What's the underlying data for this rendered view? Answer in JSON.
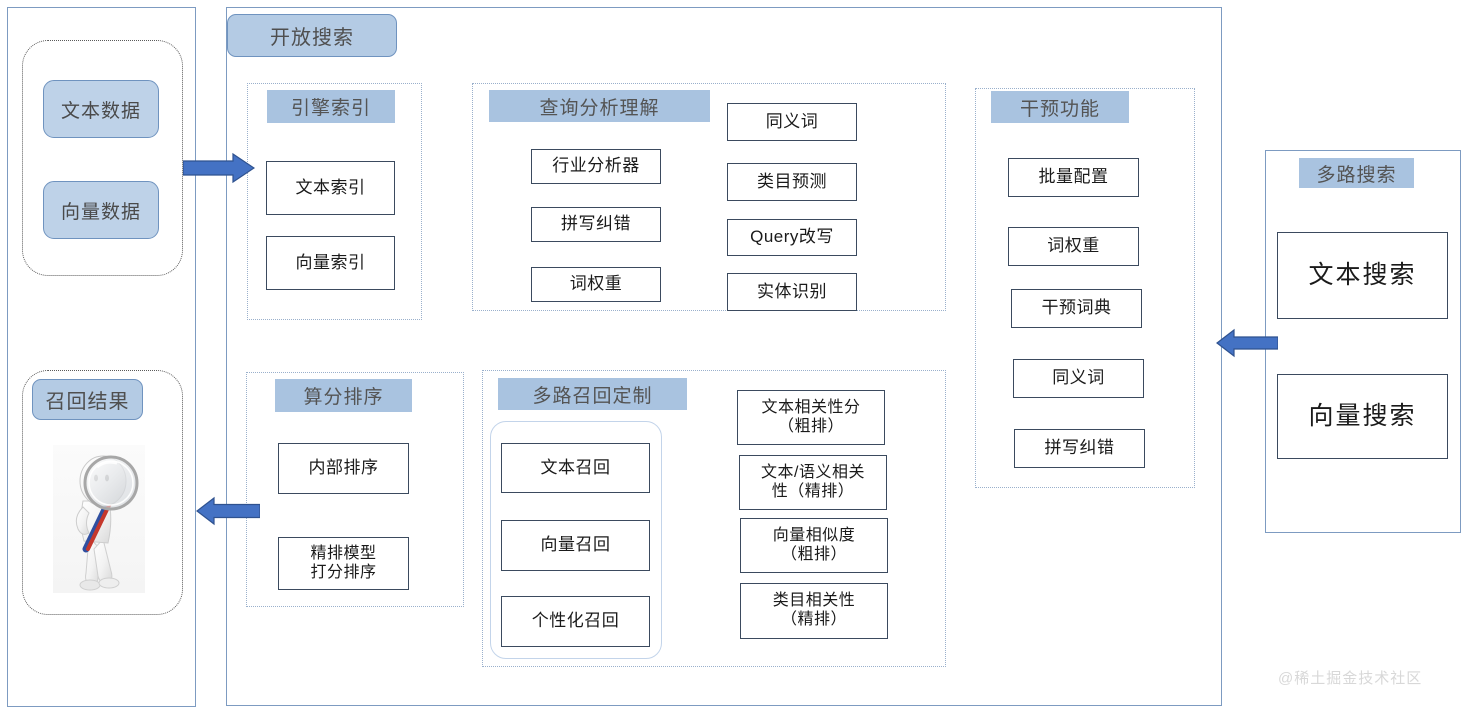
{
  "diagram": {
    "title": "开放搜索"
  },
  "left_column": {
    "data_sources": {
      "items": [
        {
          "label": "文本数据"
        },
        {
          "label": "向量数据"
        }
      ]
    },
    "recall_result": {
      "title": "召回结果",
      "illustration": "person-with-magnifier-icon"
    }
  },
  "engine_index": {
    "title": "引擎索引",
    "items": [
      {
        "label": "文本索引"
      },
      {
        "label": "向量索引"
      }
    ]
  },
  "query_analysis": {
    "title": "查询分析理解",
    "left_items": [
      {
        "label": "行业分析器"
      },
      {
        "label": "拼写纠错"
      },
      {
        "label": "词权重"
      }
    ],
    "right_items": [
      {
        "label": "同义词"
      },
      {
        "label": "类目预测"
      },
      {
        "label": "Query改写"
      },
      {
        "label": "实体识别"
      }
    ]
  },
  "intervention": {
    "title": "干预功能",
    "items": [
      {
        "label": "批量配置"
      },
      {
        "label": "词权重"
      },
      {
        "label": "干预词典"
      },
      {
        "label": "同义词"
      },
      {
        "label": "拼写纠错"
      }
    ]
  },
  "multi_search": {
    "title": "多路搜索",
    "items": [
      {
        "label": "文本搜索"
      },
      {
        "label": "向量搜索"
      }
    ]
  },
  "scoring": {
    "title": "算分排序",
    "items": [
      {
        "label": "内部排序"
      },
      {
        "label": "精排模型\n打分排序"
      }
    ]
  },
  "multi_recall": {
    "title": "多路召回定制",
    "items": [
      {
        "label": "文本召回"
      },
      {
        "label": "向量召回"
      },
      {
        "label": "个性化召回"
      }
    ]
  },
  "relevance": {
    "items": [
      {
        "label": "文本相关性分\n（粗排）"
      },
      {
        "label": "文本/语义相关\n性（精排）"
      },
      {
        "label": "向量相似度\n（粗排）"
      },
      {
        "label": "类目相关性\n（精排）"
      }
    ]
  },
  "arrows": [
    {
      "name": "data-to-index-arrow",
      "direction": "right"
    },
    {
      "name": "results-from-scoring-arrow",
      "direction": "left"
    },
    {
      "name": "multisearch-to-core-arrow",
      "direction": "left"
    }
  ],
  "watermark": {
    "text": "@稀土掘金技术社区"
  },
  "colors": {
    "chip_fill": "#a9c3e0",
    "pill_fill": "#b4cbe4",
    "data_block_fill": "#bed2e8",
    "box_border": "#3b4a5e",
    "panel_border": "#9ab0cc",
    "arrow_fill": "#4472c4",
    "outer_border": "#7d9bc1"
  }
}
